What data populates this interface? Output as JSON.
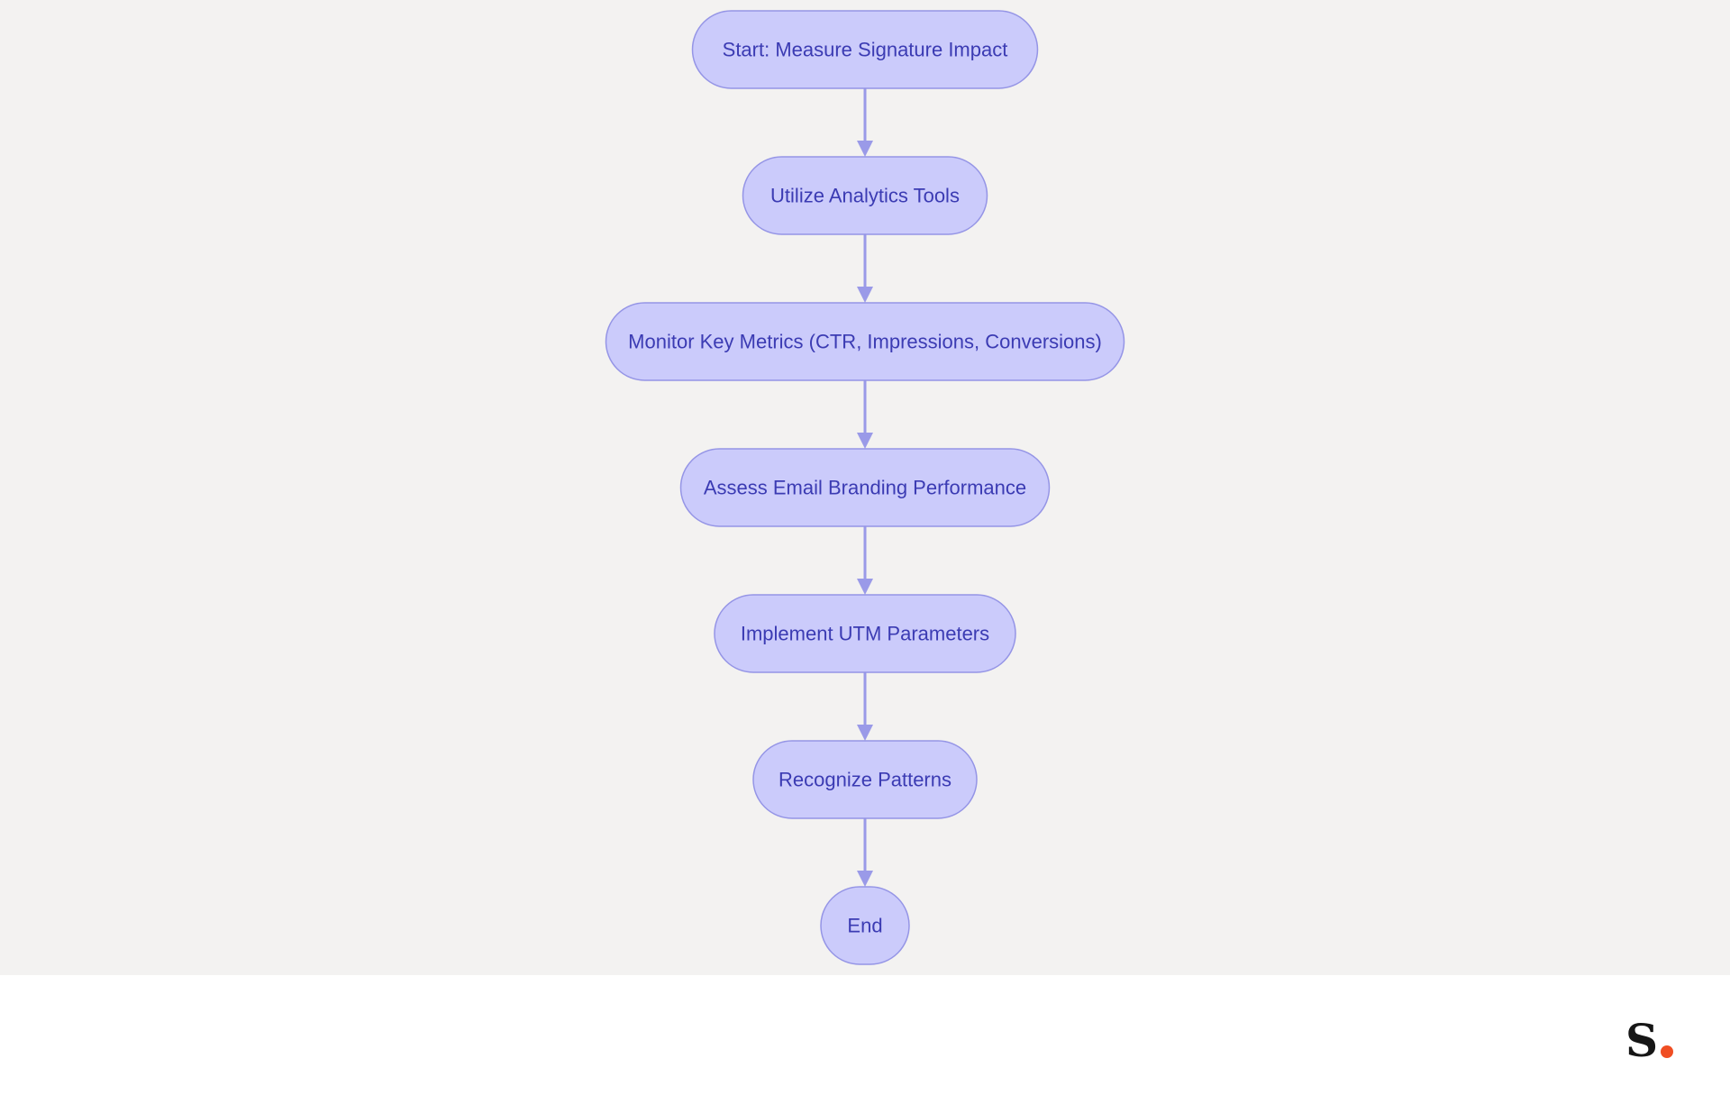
{
  "diagram": {
    "type": "flowchart",
    "direction": "top-to-bottom",
    "colors": {
      "background": "#f3f2f1",
      "node_fill": "#cbcbfb",
      "node_stroke": "#9595e6",
      "node_text": "#3b3bb3",
      "edge": "#9a9ae8"
    },
    "nodes": [
      {
        "id": "start",
        "label": "Start: Measure Signature Impact"
      },
      {
        "id": "analytics",
        "label": "Utilize Analytics Tools"
      },
      {
        "id": "metrics",
        "label": "Monitor Key Metrics (CTR, Impressions, Conversions)"
      },
      {
        "id": "assess",
        "label": "Assess Email Branding Performance"
      },
      {
        "id": "utm",
        "label": "Implement UTM Parameters"
      },
      {
        "id": "patterns",
        "label": "Recognize Patterns"
      },
      {
        "id": "end",
        "label": "End"
      }
    ],
    "edges": [
      {
        "from": "start",
        "to": "analytics"
      },
      {
        "from": "analytics",
        "to": "metrics"
      },
      {
        "from": "metrics",
        "to": "assess"
      },
      {
        "from": "assess",
        "to": "utm"
      },
      {
        "from": "utm",
        "to": "patterns"
      },
      {
        "from": "patterns",
        "to": "end"
      }
    ]
  },
  "branding": {
    "logo_letter": "S",
    "logo_dot_color": "#f04e23"
  }
}
